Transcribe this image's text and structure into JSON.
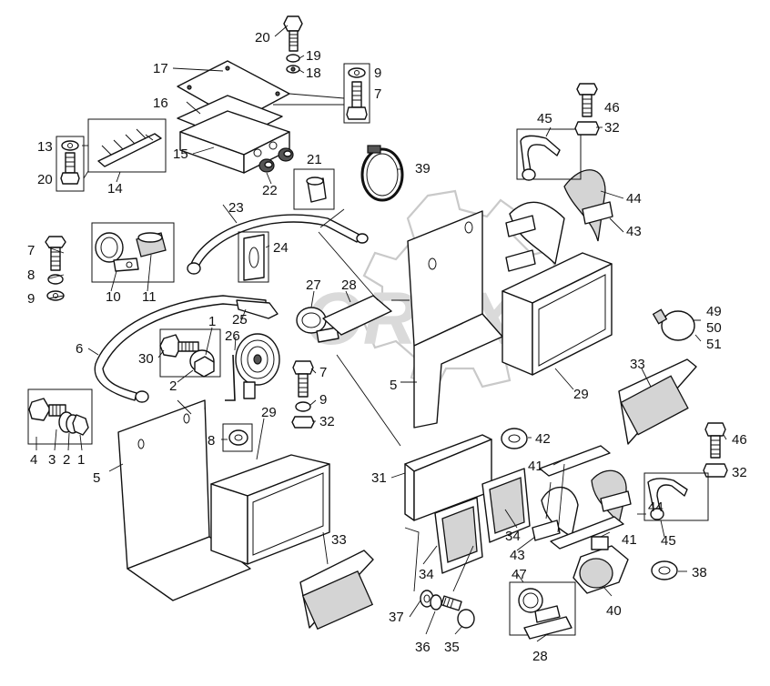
{
  "watermark": "OREX",
  "callouts": [
    {
      "id": "c20a",
      "text": "20"
    },
    {
      "id": "c19",
      "text": "19"
    },
    {
      "id": "c18",
      "text": "18"
    },
    {
      "id": "c17",
      "text": "17"
    },
    {
      "id": "c9a",
      "text": "9"
    },
    {
      "id": "c7a",
      "text": "7"
    },
    {
      "id": "c16",
      "text": "16"
    },
    {
      "id": "c13",
      "text": "13"
    },
    {
      "id": "c15",
      "text": "15"
    },
    {
      "id": "c20b",
      "text": "20"
    },
    {
      "id": "c14",
      "text": "14"
    },
    {
      "id": "c22",
      "text": "22"
    },
    {
      "id": "c21",
      "text": "21"
    },
    {
      "id": "c39",
      "text": "39"
    },
    {
      "id": "c45a",
      "text": "45"
    },
    {
      "id": "c46a",
      "text": "46"
    },
    {
      "id": "c32a",
      "text": "32"
    },
    {
      "id": "c44a",
      "text": "44"
    },
    {
      "id": "c43a",
      "text": "43"
    },
    {
      "id": "c23",
      "text": "23"
    },
    {
      "id": "c24",
      "text": "24"
    },
    {
      "id": "c7b",
      "text": "7"
    },
    {
      "id": "c8a",
      "text": "8"
    },
    {
      "id": "c9b",
      "text": "9"
    },
    {
      "id": "c10",
      "text": "10"
    },
    {
      "id": "c11",
      "text": "11"
    },
    {
      "id": "c27",
      "text": "27"
    },
    {
      "id": "c28a",
      "text": "28"
    },
    {
      "id": "c1a",
      "text": "1"
    },
    {
      "id": "c25",
      "text": "25"
    },
    {
      "id": "c26",
      "text": "26"
    },
    {
      "id": "c6",
      "text": "6"
    },
    {
      "id": "c30",
      "text": "30"
    },
    {
      "id": "c2a",
      "text": "2"
    },
    {
      "id": "c7c",
      "text": "7"
    },
    {
      "id": "c9c",
      "text": "9"
    },
    {
      "id": "c32b",
      "text": "32"
    },
    {
      "id": "c5a",
      "text": "5"
    },
    {
      "id": "c29a",
      "text": "29"
    },
    {
      "id": "c49",
      "text": "49"
    },
    {
      "id": "c50",
      "text": "50"
    },
    {
      "id": "c51",
      "text": "51"
    },
    {
      "id": "c33a",
      "text": "33"
    },
    {
      "id": "c4",
      "text": "4"
    },
    {
      "id": "c3",
      "text": "3"
    },
    {
      "id": "c2b",
      "text": "2"
    },
    {
      "id": "c1b",
      "text": "1"
    },
    {
      "id": "c5b",
      "text": "5"
    },
    {
      "id": "c8b",
      "text": "8"
    },
    {
      "id": "c29b",
      "text": "29"
    },
    {
      "id": "c42",
      "text": "42"
    },
    {
      "id": "c46b",
      "text": "46"
    },
    {
      "id": "c32c",
      "text": "32"
    },
    {
      "id": "c41a",
      "text": "41"
    },
    {
      "id": "c31",
      "text": "31"
    },
    {
      "id": "c44b",
      "text": "44"
    },
    {
      "id": "c45b",
      "text": "45"
    },
    {
      "id": "c34a",
      "text": "34"
    },
    {
      "id": "c43b",
      "text": "43"
    },
    {
      "id": "c41b",
      "text": "41"
    },
    {
      "id": "c33b",
      "text": "33"
    },
    {
      "id": "c38",
      "text": "38"
    },
    {
      "id": "c47",
      "text": "47"
    },
    {
      "id": "c34b",
      "text": "34"
    },
    {
      "id": "c40",
      "text": "40"
    },
    {
      "id": "c37",
      "text": "37"
    },
    {
      "id": "c36",
      "text": "36"
    },
    {
      "id": "c35",
      "text": "35"
    },
    {
      "id": "c28b",
      "text": "28"
    }
  ]
}
